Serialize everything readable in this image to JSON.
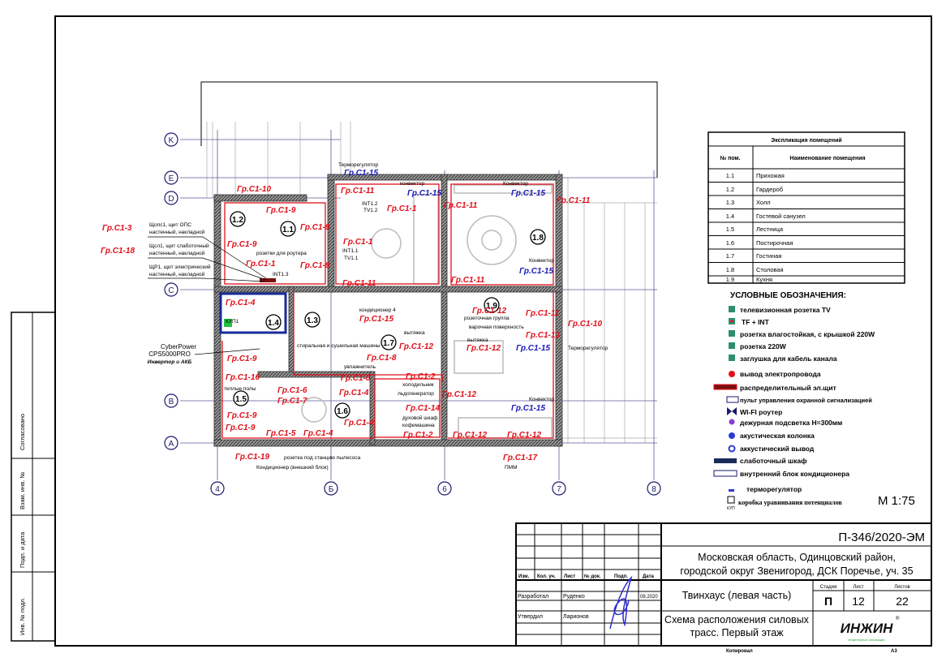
{
  "stamp_strip": [
    "Согласовано",
    "Взам. инв. №",
    "Подп. и дата",
    "Инв. № подл."
  ],
  "axes": {
    "rows": [
      "K",
      "E",
      "D",
      "C",
      "B",
      "A"
    ],
    "cols": [
      "4",
      "Б",
      "6",
      "7",
      "8"
    ]
  },
  "rooms": [
    "1.1",
    "1.2",
    "1.3",
    "1.4",
    "1.5",
    "1.6",
    "1.7",
    "1.8",
    "1.9"
  ],
  "labels": [
    "Гр.С1-10",
    "Гр.С1-9",
    "Гр.С1-9",
    "Гр.С1-9",
    "Гр.С1-9",
    "Гр.С1-1",
    "Гр.С1-3",
    "Гр.С1-18",
    "Гр.С1-4",
    "Гр.С1-11",
    "Гр.С1-1",
    "Гр.С1-11",
    "Гр.С1-11",
    "Гр.С1-1",
    "Гр.С1-11",
    "Гр.С1-11",
    "Гр.С1-15",
    "Гр.С1-15",
    "Гр.С1-15",
    "Гр.С1-15",
    "Гр.С1-12",
    "Гр.С1-11",
    "Гр.С1-10",
    "Гр.С1-13",
    "Гр.С1-12",
    "Гр.С1-12",
    "Гр.С1-15",
    "Гр.С1-15",
    "Гр.С1-8",
    "Гр.С1-8",
    "Гр.С1-2",
    "Гр.С1-12",
    "Гр.С1-14",
    "Гр.С1-2",
    "Гр.С1-12",
    "Гр.С1-12",
    "Гр.С1-17",
    "Гр.С1-15",
    "Гр.С1-4",
    "Гр.С1-4",
    "Гр.С1-6",
    "Гр.С1-7",
    "Гр.С1-5",
    "Гр.С1-4",
    "Гр.С1-9",
    "Гр.С1-16",
    "Гр.С1-9",
    "Гр.С1-9",
    "Гр.С1-19"
  ],
  "annotations": [
    "Терморегулятор",
    "Щопс1, щит ОПС",
    "настенный, накладной",
    "Щсл1, щит слаботочный",
    "настенный, накладной",
    "ЩР1, щит электрический",
    "настенный, накладной",
    "розетки для роутера",
    "INT1.3",
    "INT1.2",
    "TV1.2",
    "INT1.1",
    "TV1.1",
    "конвектор",
    "Конвектор",
    "Конвектор",
    "кондиционер 4",
    "вытяжка",
    "розеточная группа",
    "варочная поверхность",
    "вытяжка",
    "Терморегулятор",
    "Конвектор",
    "ПММ",
    "холодильник",
    "льдогенератор",
    "духовой шкаф",
    "кофемашина",
    "увлажнитель",
    "стиральная и сушильная машины",
    "теплые полы",
    "розетка под станцию пылесоса",
    "Кондиционер (внешний блок)",
    "КУП1"
  ],
  "cyberpower": [
    "CyberPower",
    "CPS5000PRO",
    "Инвертор и АКБ"
  ],
  "room_table": {
    "title": "Экспликация помещений",
    "col1": "№ пом.",
    "col2": "Наименование помещения",
    "rows": [
      [
        "1.1",
        "Прихожая"
      ],
      [
        "1.2",
        "Гардероб"
      ],
      [
        "1.3",
        "Холл"
      ],
      [
        "1.4",
        "Гостевой санузел"
      ],
      [
        "1.5",
        "Лестница"
      ],
      [
        "1.6",
        "Постирочная"
      ],
      [
        "1.7",
        "Гостиная"
      ],
      [
        "1.8",
        "Столовая"
      ],
      [
        "1.9",
        "Кухня"
      ]
    ]
  },
  "legend": {
    "title": "УСЛОВНЫЕ ОБОЗНАЧЕНИЯ:",
    "items": [
      "телевизионная розетка TV",
      "TF + INT",
      "розетка влагостойкая, с крышкой 220W",
      "розетка 220W",
      "заглушка для кабель канала",
      "вывод электропровода",
      "распределительный эл.щит",
      "пульт управления охранной сигнализацией",
      "WI-FI роутер",
      "дежурная подсветка H=300мм",
      "акустическая колонка",
      "аккустический вывод",
      "слаботочный шкаф",
      "внутренний блок кондиционера",
      "терморегулятор",
      "коробка уравнивания потенциалов"
    ],
    "kup": "КУП",
    "scale": "М 1:75"
  },
  "title_block": {
    "code": "П-346/2020-ЭМ",
    "address1": "Московская область, Одинцовский район,",
    "address2": "городской округ Звенигород, ДСК Поречье, уч. 35",
    "headers": [
      "Изм.",
      "Кол. уч.",
      "Лист",
      "№ док.",
      "Подп.",
      "Дата"
    ],
    "roles": [
      {
        "role": "Разработал",
        "name": "Руденко",
        "date": "08.2020"
      },
      {
        "role": "Утвердил",
        "name": "Ларионов"
      }
    ],
    "object": "Твинхаус (левая часть)",
    "stage_h": "Стадия",
    "sheet_h": "Лист",
    "sheets_h": "Листов",
    "stage": "П",
    "sheet": "12",
    "sheets": "22",
    "desc1": "Схема расположения силовых",
    "desc2": "трасс. Первый этаж",
    "logo": "ИНЖИН",
    "logo_sub": "Инженерные инновации",
    "copied": "Копировал",
    "format": "А3"
  },
  "colors": {
    "red": "#e0101a",
    "blue": "#1a1ab8",
    "wall": "#555555",
    "accent_green": "#2f8f6a"
  }
}
